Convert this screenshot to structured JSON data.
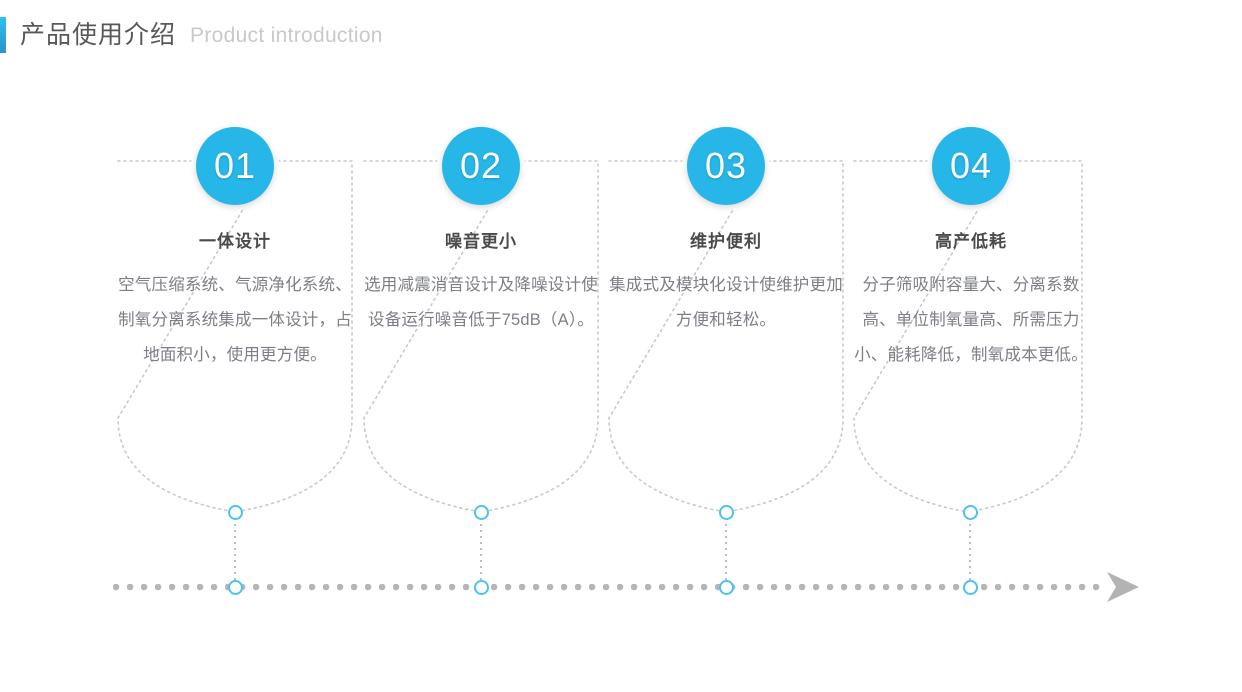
{
  "header": {
    "accent_color": "#2fc0ef",
    "title_cn": "产品使用介绍",
    "title_en": "Product introduction"
  },
  "theme": {
    "bubble_color": "#26b6e8",
    "ring_color": "#4cc3ec",
    "outline_color": "#c9c9c9",
    "timeline_dot_color": "#b6b6b6",
    "arrow_color": "#b3b3b3",
    "title_color": "#4b4b4b",
    "body_color": "#7d7f86"
  },
  "cards": [
    {
      "number": "01",
      "title": "一体设计",
      "body": "空气压缩系统、气源净化系统、制氧分离系统集成一体设计，占地面积小，使用更方便。"
    },
    {
      "number": "02",
      "title": "噪音更小",
      "body": "选用减震消音设计及降噪设计使设备运行噪音低于75dB（A）。"
    },
    {
      "number": "03",
      "title": "维护便利",
      "body": "集成式及模块化设计使维护更加方便和轻松。"
    },
    {
      "number": "04",
      "title": "高产低耗",
      "body": "分子筛吸附容量大、分离系数高、单位制氧量高、所需压力小、能耗降低，制氧成本更低。"
    }
  ],
  "timeline": {
    "arrow_label": "timeline-arrow"
  }
}
